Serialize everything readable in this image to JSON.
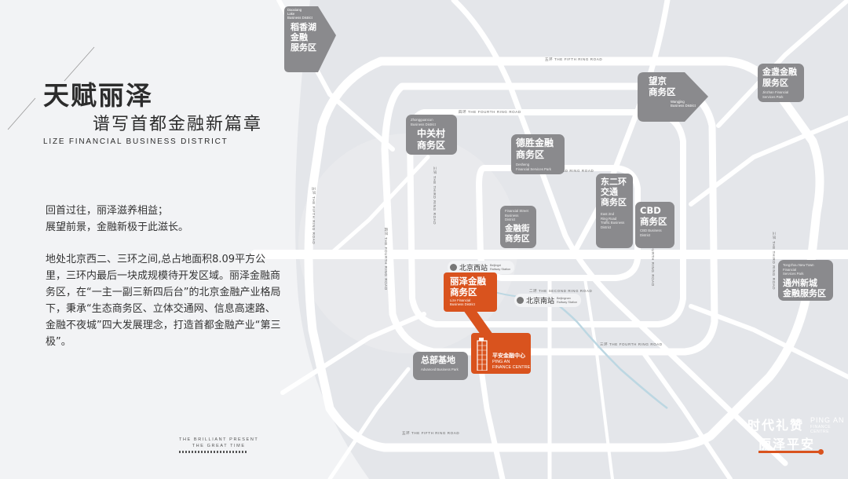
{
  "title": {
    "cn": "天赋丽泽",
    "subtitle": "谱写首都金融新篇章",
    "en": "LIZE FINANCIAL BUSINESS DISTRICT"
  },
  "intro": {
    "lines": [
      "回首过往，丽泽滋养相益；",
      "展望前景，金融新极于此滋长。"
    ],
    "paragraph": "地处北京西二、三环之间,总占地面积8.09平方公里，三环内最后一块成规模待开发区域。丽泽金融商务区，在“一主一副三新四后台”的北京金融产业格局下，秉承“生态商务区、立体交通网、信息高速路、金融不夜城”四大发展理念，打造首都金融产业“第三极”。"
  },
  "tagline": {
    "line1": "THE BRILLIANT PRESENT",
    "line2": "THE GREAT TIME"
  },
  "rings": {
    "fifth_top": "五环 THE FIFTH RING ROAD",
    "fourth_top": "四环 THE FOURTH RING ROAD",
    "third_top": "三环 THE THIRD RING ROAD",
    "second_top": "二环 THE SECOND RING ROAD",
    "fifth_left": "五环 THE FIFTH RING ROAD",
    "fourth_left": "四环 THE FOURTH RING ROAD",
    "third_left": "三环 THE THIRD RING ROAD",
    "third_right": "三环 THE THIRD RING ROAD",
    "fourth_right": "四环 THE FOURTH RING ROAD",
    "second_bottom": "二环 THE SECOND RING ROAD",
    "third_bottom": "三环 THE FOURTH RING ROAD",
    "fifth_bottom": "五环 THE FIFTH RING ROAD"
  },
  "districts": {
    "daoxianghu": {
      "cn": "稻香湖\n金融\n服务区",
      "en": "Daoxiang\nLake\nBusiness District"
    },
    "zhongguancun": {
      "cn": "中关村\n商务区",
      "en": "Zhongguancun\nBusiness District"
    },
    "desheng": {
      "cn": "德胜金融\n商务区",
      "en": "Desheng\nFinancial Services Park"
    },
    "wangjing": {
      "cn": "望京\n商务区",
      "en": "Wangjing\nBusiness District"
    },
    "jinzhan": {
      "cn": "金盏金融\n服务区",
      "en": "Jinzhan Financial\nServices Park"
    },
    "dongerhuan": {
      "cn": "东二环\n交通\n商务区",
      "en": "East 2nd\nRing Road\nTraffic Business\nDistrict"
    },
    "cbd": {
      "cn": "CBD\n商务区",
      "en": "CBD Business\nDistrict"
    },
    "jinrongjie": {
      "cn": "金融街\n商务区",
      "en": "Financial Street\nBusiness\nDistrict"
    },
    "tongzhou": {
      "cn": "通州新城\n金融服务区",
      "en": "Tongzhou New Town\nFinancial\nServices Park"
    },
    "zongbu": {
      "cn": "总部基地",
      "en": "Advanced Business Park"
    }
  },
  "stations": {
    "west": {
      "cn": "北京西站",
      "en": "Beijingxi\nRailway Station"
    },
    "south": {
      "cn": "北京南站",
      "en": "Beijingnan\nRailway Station"
    }
  },
  "lize": {
    "cn": "丽泽金融\n商务区",
    "en": "Lize Financial\nBusiness District"
  },
  "pingan": {
    "cn": "平安金融中心",
    "en": "PING AN\nFINANCE CENTRE"
  },
  "logo": {
    "cn1": "时代礼赞",
    "cn2": "丽泽平安",
    "en1": "PING AN",
    "en2": "FINANCE CENTRE"
  },
  "colors": {
    "accent": "#d9531e",
    "district_bg": "#8a8a8d",
    "road": "#ffffff",
    "water": "#bcd7e2",
    "map_bg": "#e4e6ea",
    "left_panel": "#f2f3f5"
  }
}
